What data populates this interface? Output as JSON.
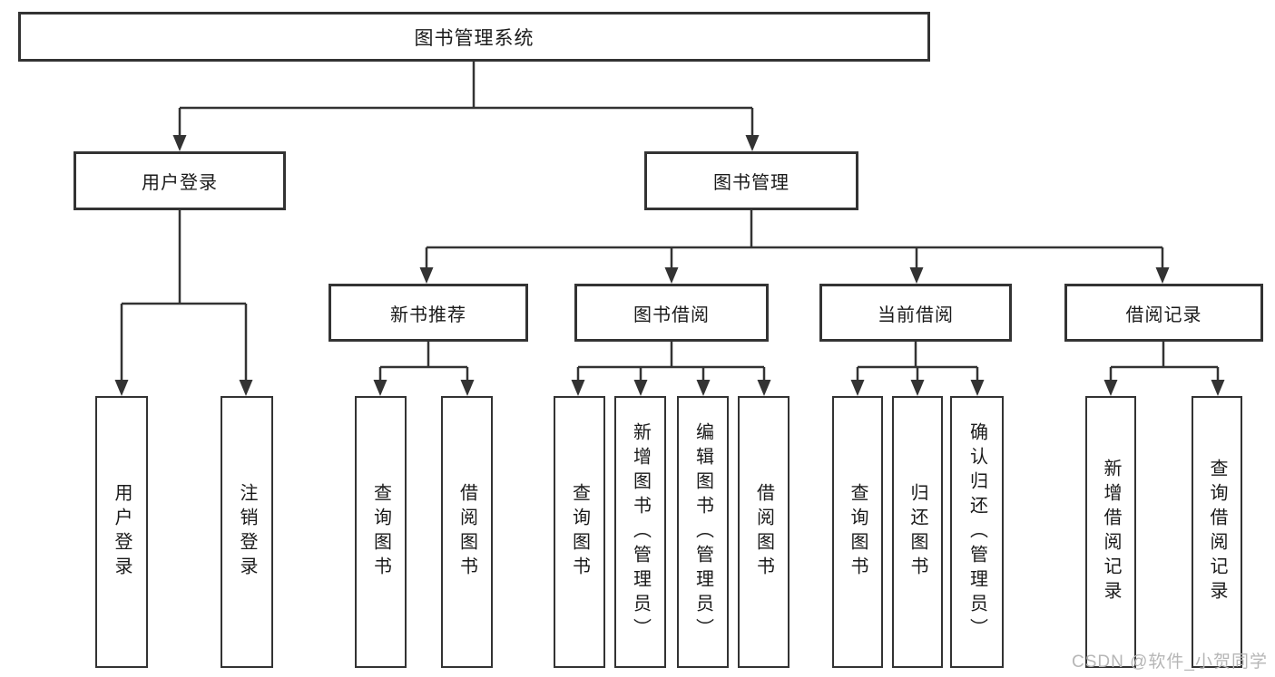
{
  "colors": {
    "line": "#333333",
    "text": "#1a1a1a",
    "watermark": "#b6b6b6",
    "background": "#ffffff"
  },
  "diagram": {
    "root": {
      "label": "图书管理系统"
    },
    "branches": [
      {
        "label": "用户登录",
        "children": [
          {
            "label": "用户登录"
          },
          {
            "label": "注销登录"
          }
        ]
      },
      {
        "label": "图书管理",
        "children": [
          {
            "label": "新书推荐",
            "children": [
              {
                "label": "查询图书"
              },
              {
                "label": "借阅图书"
              }
            ]
          },
          {
            "label": "图书借阅",
            "children": [
              {
                "label": "查询图书"
              },
              {
                "label": "新增图书（管理员）"
              },
              {
                "label": "编辑图书（管理员）"
              },
              {
                "label": "借阅图书"
              }
            ]
          },
          {
            "label": "当前借阅",
            "children": [
              {
                "label": "查询图书"
              },
              {
                "label": "归还图书"
              },
              {
                "label": "确认归还（管理员）"
              }
            ]
          },
          {
            "label": "借阅记录",
            "children": [
              {
                "label": "新增借阅记录"
              },
              {
                "label": "查询借阅记录"
              }
            ]
          }
        ]
      }
    ]
  },
  "watermark": {
    "text": "CSDN @软件_小贺同学"
  }
}
